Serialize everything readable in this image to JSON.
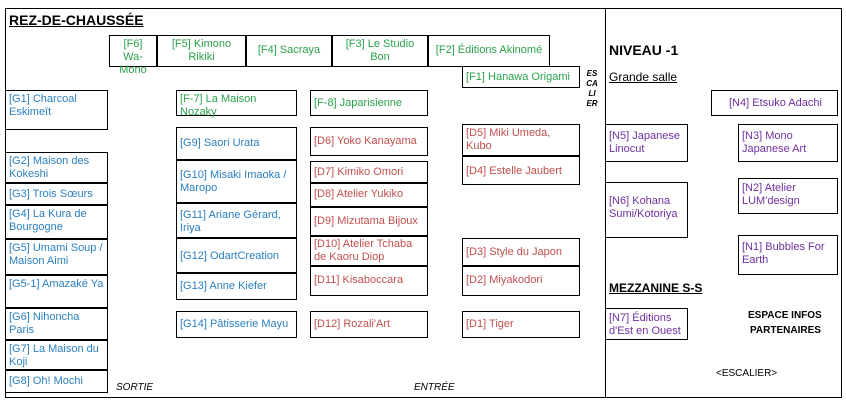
{
  "headings": {
    "ground_floor": "REZ-DE-CHAUSSÉE",
    "level_minus1": "NIVEAU -1",
    "grande_salle": "Grande salle",
    "mezzanine": "MEZZANINE S-S",
    "espace_line1": "ESPACE INFOS",
    "espace_line2": "PARTENAIRES",
    "escalier_bottom": "<ESCALIER>",
    "sortie": "SORTIE",
    "entree": "ENTRÉE",
    "escalier_vertical": [
      "ES",
      "CA",
      "LI",
      "ER"
    ]
  },
  "stands_f": {
    "f6": "[F6] Wa-Mono",
    "f5": "[F5] Kimono Rikiki",
    "f4": "[F4] Sacraya",
    "f3": "[F3] Le Studio Bon",
    "f2": "[F2] Éditions Akinomé",
    "f1": "[F1] Hanawa Origami",
    "f7": "[F-7] La Maison Nozaky",
    "f8": "[F-8] Japarisienne"
  },
  "stands_g": {
    "g1": "[G1] Charcoal Eskimeït",
    "g2": "[G2] Maison des Kokeshi",
    "g3": "[G3] Trois Sœurs",
    "g4": "[G4] La Kura de Bourgogne",
    "g5": "[G5] Umami Soup / Maison Aimi",
    "g51": "[G5-1] Amazaké Ya",
    "g6": "[G6] Nihoncha Paris",
    "g7": "[G7] La Maison du Koji",
    "g8": "[G8] Oh! Mochi",
    "g9": "[G9] Saori Urata",
    "g10": "[G10] Misaki Imaoka / Maropo",
    "g11": "[G11]  Ariane Gérard, Iriya",
    "g12": "[G12] OdartCreation",
    "g13": "[G13] Anne Kiefer",
    "g14": "[G14] Pâtisserie Mayu"
  },
  "stands_d": {
    "d6": "[D6] Yoko Kanayama",
    "d7": "[D7] Kimiko Omori",
    "d8": "[D8] Atelier Yukiko",
    "d9": "[D9] Mizutama Bijoux",
    "d10": "[D10] Atelier Tchaba de Kaoru Diop",
    "d11": "[D11] Kisaboccara",
    "d12": "[D12]  Rozali'Art",
    "d5": "[D5] Miki Umeda, Kubo",
    "d4": "[D4] Estelle Jaubert",
    "d3": "[D3] Style du Japon",
    "d2": "[D2] Miyakodori",
    "d1": "[D1] Tiger"
  },
  "stands_n": {
    "n4": "[N4] Etsuko Adachi",
    "n5": "[N5] Japanese Linocut",
    "n3": "[N3] Mono Japanese Art",
    "n6": "[N6] Kohana Sumi/Kotoriya",
    "n2": "[N2] Atelier LUM'design",
    "n1": "[N1] Bubbles For Earth",
    "n7": "[N7] Éditions d'Est en Ouest"
  },
  "colors": {
    "f_stands": "#2aa24a",
    "g_stands": "#2b7fc0",
    "d_stands": "#c0504d",
    "n_stands": "#7030a0"
  }
}
